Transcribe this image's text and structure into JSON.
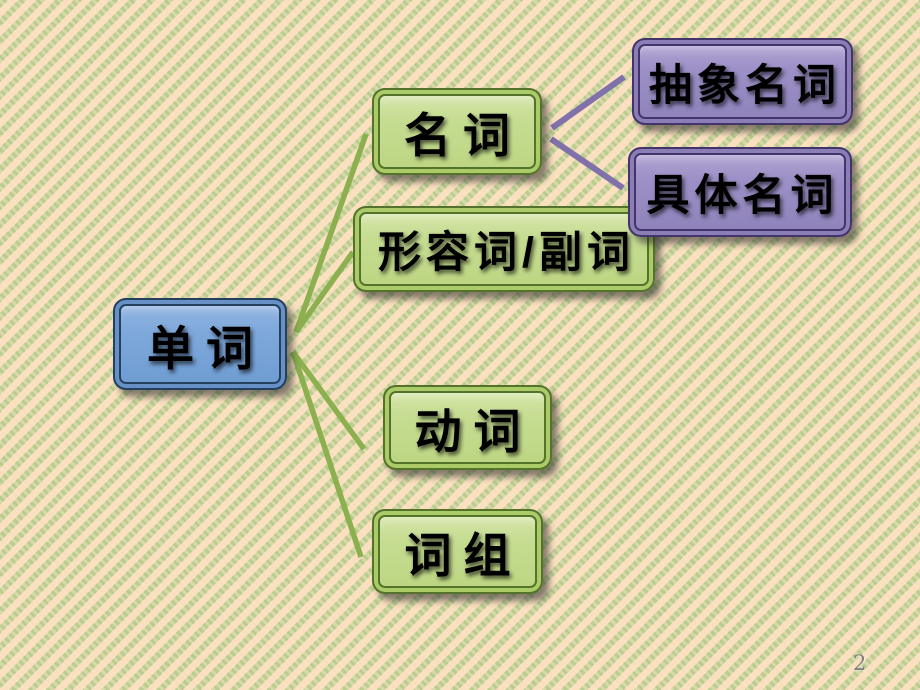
{
  "slide": {
    "page_number": "2"
  },
  "colors": {
    "background_peach": "#FADFBD",
    "background_stripe_green": "#B8CD8E",
    "root_fill": "#7FA9DB",
    "root_border": "#24405F",
    "branch_fill": "#C6DD92",
    "branch_border": "#54722A",
    "leaf_fill": "#9D90C7",
    "leaf_border": "#43346B",
    "connector_green": "#8CB04F",
    "connector_purple": "#8071AB",
    "page_number_gray": "#7F7F7F",
    "label_text": "#000000"
  },
  "diagram": {
    "root": {
      "label": "单词"
    },
    "branches": [
      {
        "id": "noun",
        "label": "名词"
      },
      {
        "id": "adj-adv",
        "label": "形容词/副词"
      },
      {
        "id": "verb",
        "label": "动词"
      },
      {
        "id": "phrase",
        "label": "词组"
      }
    ],
    "leaves": [
      {
        "id": "abstract-noun",
        "label": "抽象名词"
      },
      {
        "id": "concrete-noun",
        "label": "具体名词"
      }
    ]
  }
}
